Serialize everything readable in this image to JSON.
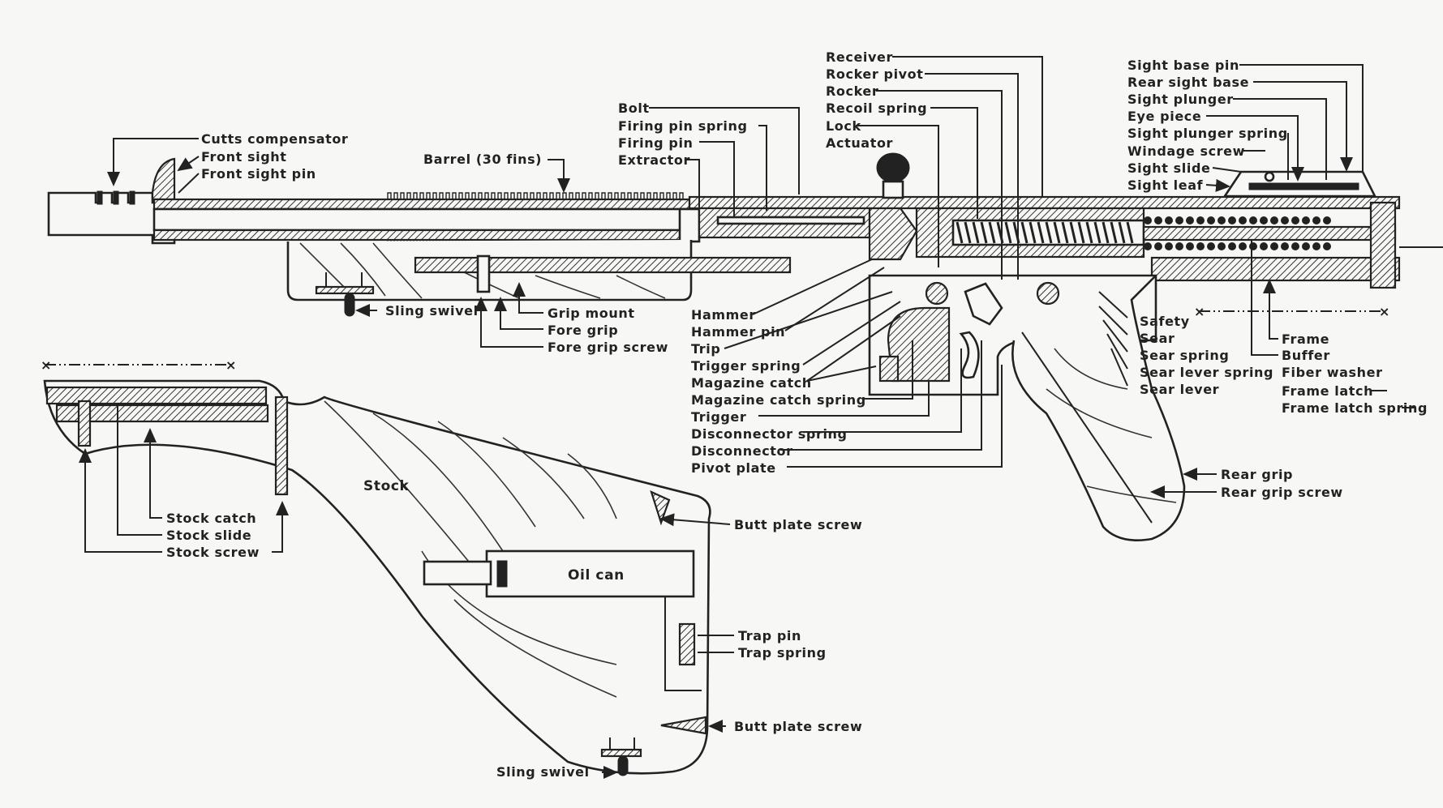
{
  "diagram": {
    "subject": "Submachine gun sectional view (rifle assembly and stock)",
    "labels": {
      "cutts_compensator": "Cutts compensator",
      "front_sight": "Front sight",
      "front_sight_pin": "Front sight pin",
      "barrel": "Barrel (30 fins)",
      "bolt": "Bolt",
      "firing_pin_spring": "Firing pin spring",
      "firing_pin": "Firing pin",
      "extractor": "Extractor",
      "receiver": "Receiver",
      "rocker_pivot": "Rocker pivot",
      "rocker": "Rocker",
      "recoil_spring": "Recoil spring",
      "lock": "Lock",
      "actuator": "Actuator",
      "sight_base_pin": "Sight base pin",
      "rear_sight_base": "Rear sight base",
      "sight_plunger": "Sight plunger",
      "eye_piece": "Eye piece",
      "sight_plunger_spring": "Sight plunger spring",
      "windage_screw": "Windage screw",
      "sight_slide": "Sight slide",
      "sight_leaf": "Sight leaf",
      "sling_swivel_front": "Sling swivel",
      "grip_mount": "Grip mount",
      "fore_grip": "Fore grip",
      "fore_grip_screw": "Fore grip screw",
      "hammer": "Hammer",
      "hammer_pin": "Hammer pin",
      "trip": "Trip",
      "trigger_spring": "Trigger spring",
      "magazine_catch": "Magazine catch",
      "magazine_catch_spring": "Magazine catch spring",
      "trigger": "Trigger",
      "disconnector_spring": "Disconnector spring",
      "disconnector": "Disconnector",
      "pivot_plate": "Pivot plate",
      "safety": "Safety",
      "sear": "Sear",
      "sear_spring": "Sear spring",
      "sear_lever_spring": "Sear lever spring",
      "sear_lever": "Sear lever",
      "frame": "Frame",
      "buffer": "Buffer",
      "fiber_washer": "Fiber washer",
      "frame_latch": "Frame latch",
      "frame_latch_spring": "Frame latch spring",
      "rear_grip": "Rear grip",
      "rear_grip_screw": "Rear grip screw",
      "stock": "Stock",
      "stock_catch": "Stock catch",
      "stock_slide": "Stock slide",
      "stock_screw": "Stock screw",
      "butt_plate_screw_upper": "Butt plate screw",
      "oil_can": "Oil can",
      "trap_pin": "Trap pin",
      "trap_spring": "Trap spring",
      "butt_plate_screw_lower": "Butt plate screw",
      "sling_swivel_rear": "Sling swivel"
    }
  }
}
